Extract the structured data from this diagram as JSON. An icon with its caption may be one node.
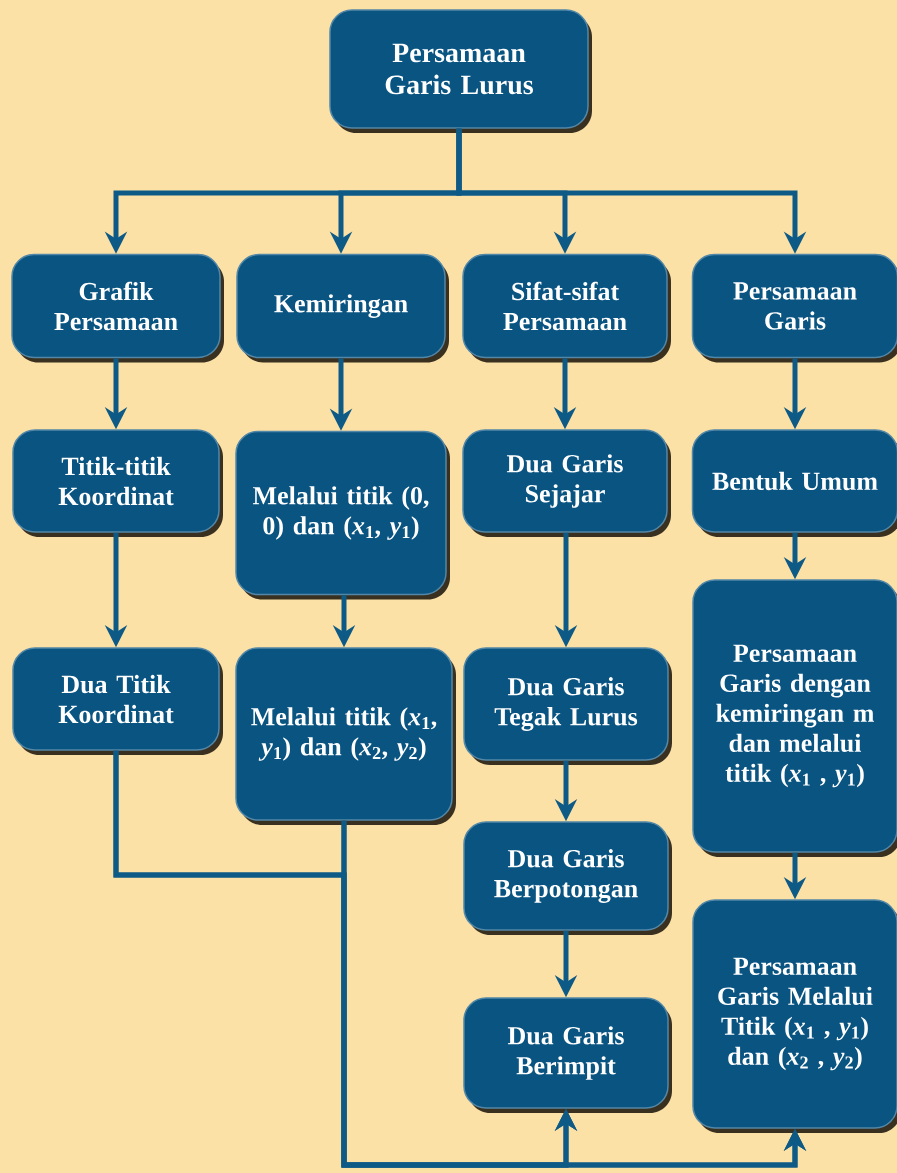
{
  "diagram": {
    "nodes": [
      {
        "text": [
          "Persamaan Garis Lurus"
        ]
      },
      {
        "text": [
          "Grafik Persamaan"
        ]
      },
      {
        "text": [
          "Kemiringan"
        ]
      },
      {
        "text": [
          "Sifat-sifat Persamaan"
        ]
      },
      {
        "text": [
          "Persamaan Garis"
        ]
      },
      {
        "text": [
          "Titik-titik Koordinat"
        ]
      },
      {
        "text": [
          "Melalui titik (0, 0) dan (*x*$_{1}$, *y*$_{1}$)"
        ]
      },
      {
        "text": [
          "Dua Garis Sejajar"
        ]
      },
      {
        "text": [
          "Bentuk Umum"
        ]
      },
      {
        "text": [
          "Dua Titik Koordinat"
        ]
      },
      {
        "text": [
          "Melalui titik (*x*$_{1}$, *y*$_{1}$) dan (*x*$_{2}$, *y*$_{2}$)"
        ]
      },
      {
        "text": [
          "Dua Garis Tegak Lurus"
        ]
      },
      {
        "text": [
          "Persamaan Garis dengan kemiringan m dan melalui titik (*x*$_{1}$ , *y*$_{1}$)"
        ]
      },
      {
        "text": [
          "Dua Garis Berpotongan"
        ]
      },
      {
        "text": [
          "Dua Garis Berimpit"
        ]
      },
      {
        "text": [
          "Persamaan Garis Melalui Titik (*x*$_{1}$ , *y*$_{1}$) dan (*x*$_{2}$ , *y*$_{2}$)"
        ]
      }
    ],
    "edges": [
      {
        "from": 0,
        "to": 1,
        "arrow": "to"
      },
      {
        "from": 0,
        "to": 2,
        "arrow": "to"
      },
      {
        "from": 0,
        "to": 3,
        "arrow": "to"
      },
      {
        "from": 0,
        "to": 4,
        "arrow": "to"
      },
      {
        "from": 1,
        "to": 5,
        "arrow": "to"
      },
      {
        "from": 2,
        "to": 6,
        "arrow": "to"
      },
      {
        "from": 3,
        "to": 7,
        "arrow": "to"
      },
      {
        "from": 4,
        "to": 8,
        "arrow": "to"
      },
      {
        "from": 5,
        "to": 9,
        "arrow": "to"
      },
      {
        "from": 6,
        "to": 10,
        "arrow": "to"
      },
      {
        "from": 7,
        "to": 11,
        "arrow": "to"
      },
      {
        "from": 8,
        "to": 12,
        "arrow": "to"
      },
      {
        "from": 11,
        "to": 13,
        "arrow": "to"
      },
      {
        "from": 13,
        "to": 14,
        "arrow": "to"
      },
      {
        "from": 12,
        "to": 15,
        "arrow": "to"
      },
      {
        "from": 9,
        "to": 14,
        "arrow": "to"
      },
      {
        "from": 9,
        "to": 15,
        "arrow": "to"
      },
      {
        "from": 10,
        "to": 14,
        "arrow": "to"
      },
      {
        "from": 10,
        "to": 15,
        "arrow": "to"
      }
    ]
  }
}
